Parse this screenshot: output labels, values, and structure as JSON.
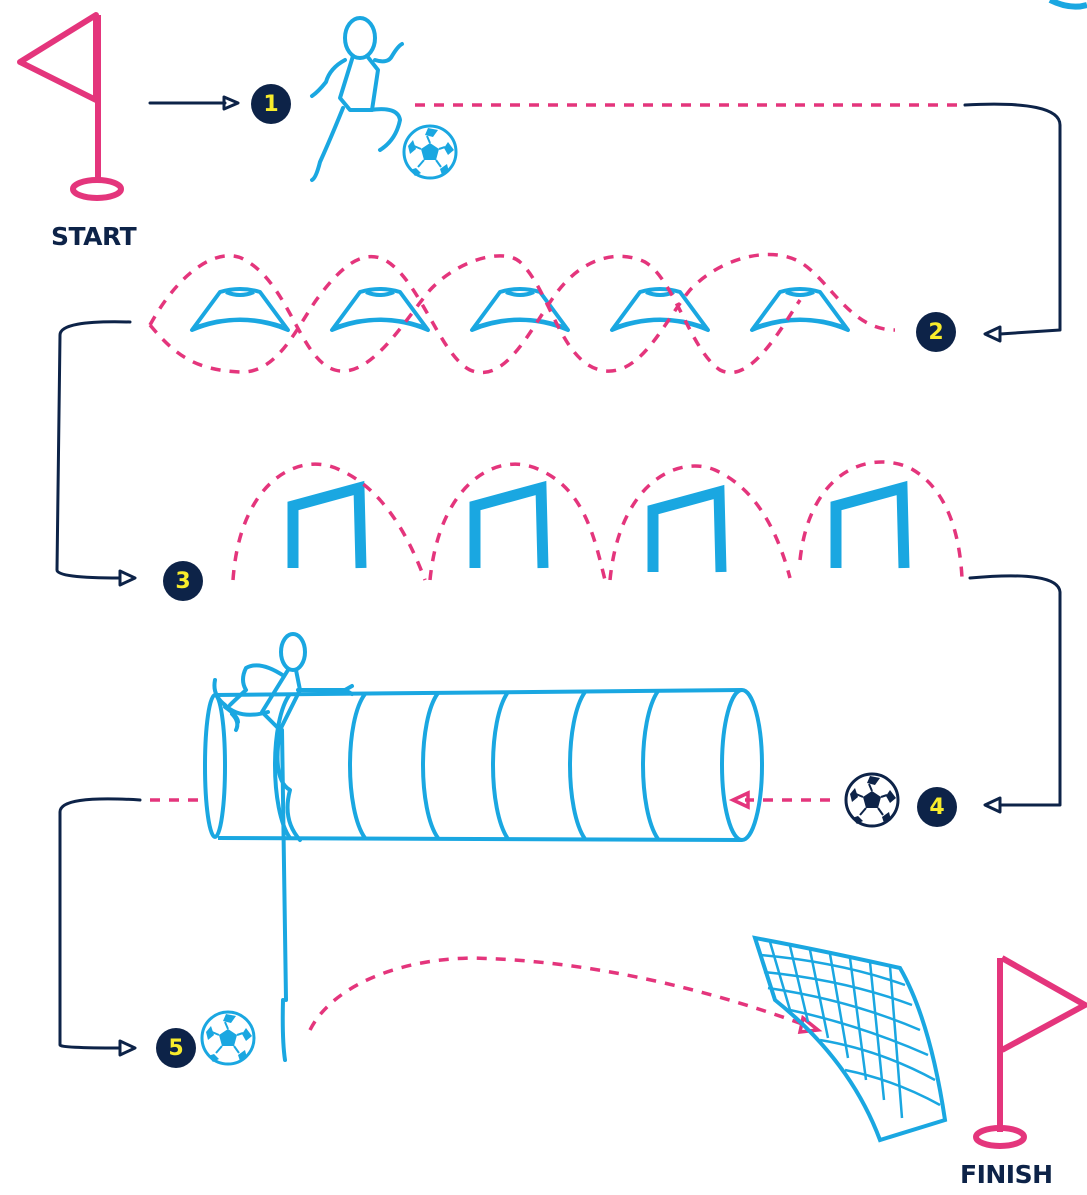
{
  "labels": {
    "start": "START",
    "finish": "FINISH"
  },
  "steps": [
    {
      "number": "1",
      "element": "dribble"
    },
    {
      "number": "2",
      "element": "cone-weave"
    },
    {
      "number": "3",
      "element": "hurdle-jumps"
    },
    {
      "number": "4",
      "element": "tunnel-crawl"
    },
    {
      "number": "5",
      "element": "shoot-at-goal"
    }
  ],
  "icons": [
    "start-flag-icon",
    "finish-flag-icon",
    "runner-icon",
    "kicker-icon",
    "ball-icon",
    "cone-icon",
    "hurdle-icon",
    "tunnel-icon",
    "goal-net-icon"
  ],
  "colors": {
    "navy": "#0d2348",
    "pink": "#e4357c",
    "blue": "#1aa7e1",
    "yellow": "#f8ec2c",
    "white": "#ffffff"
  }
}
